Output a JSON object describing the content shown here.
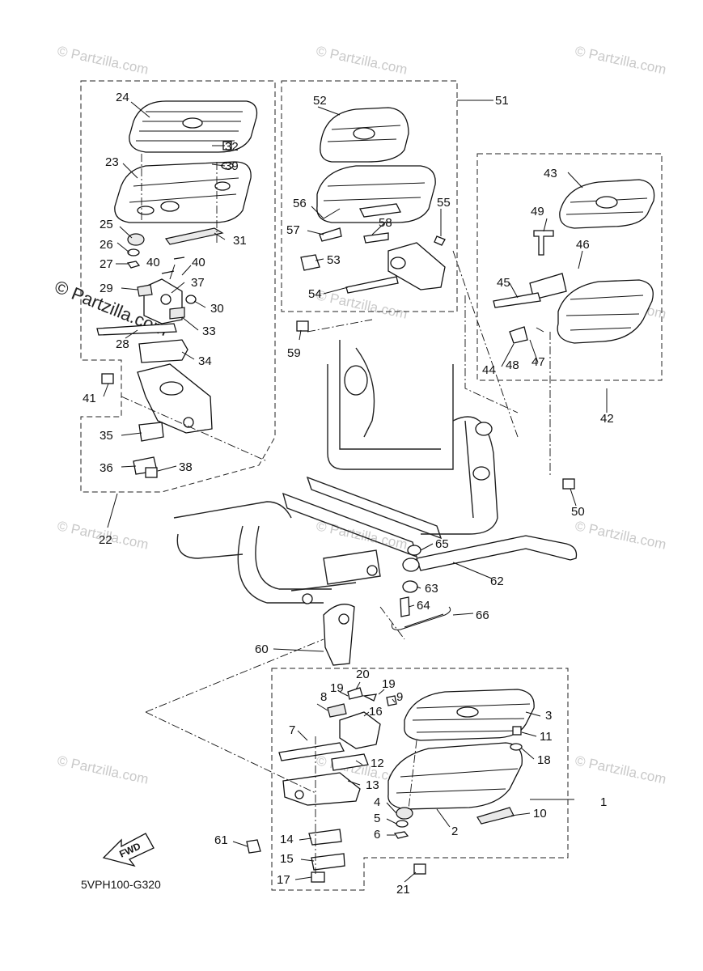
{
  "diagram_code": "5VPH100-G320",
  "fwd_label": "FWD",
  "watermark": "© Partzilla.com",
  "callouts": [
    "1",
    "2",
    "3",
    "4",
    "5",
    "6",
    "7",
    "8",
    "9",
    "10",
    "11",
    "12",
    "13",
    "14",
    "15",
    "16",
    "17",
    "18",
    "19",
    "19",
    "20",
    "21",
    "22",
    "23",
    "24",
    "25",
    "26",
    "27",
    "28",
    "29",
    "30",
    "31",
    "32",
    "33",
    "34",
    "35",
    "36",
    "37",
    "38",
    "39",
    "40",
    "40",
    "41",
    "42",
    "43",
    "44",
    "45",
    "46",
    "47",
    "48",
    "49",
    "50",
    "51",
    "52",
    "53",
    "54",
    "55",
    "56",
    "57",
    "58",
    "59",
    "60",
    "61",
    "62",
    "63",
    "64",
    "65",
    "66"
  ]
}
